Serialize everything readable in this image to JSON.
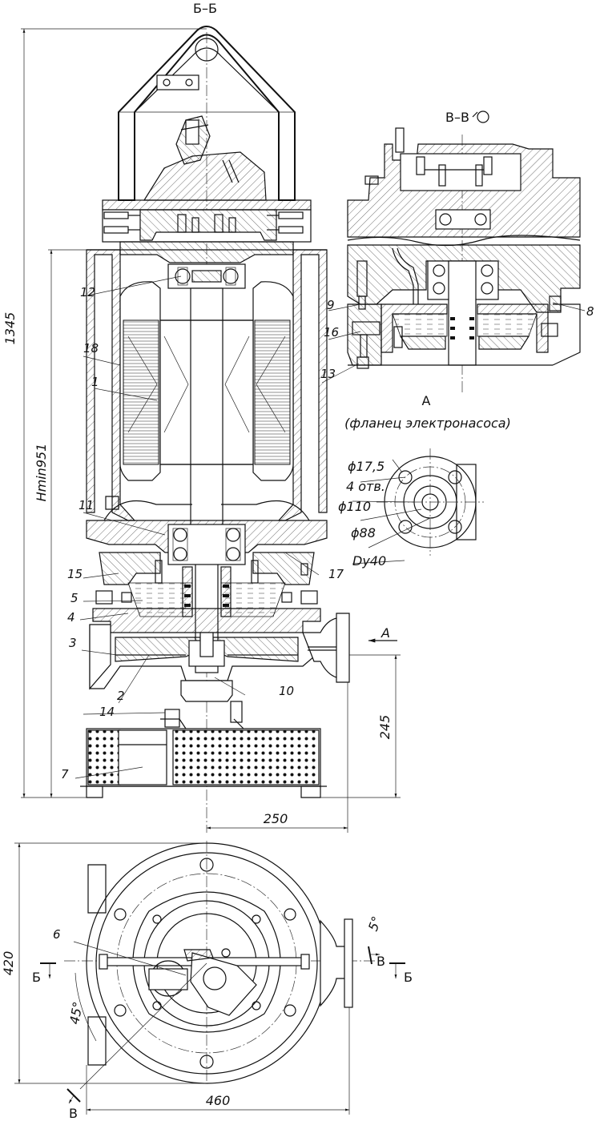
{
  "titles": {
    "section_bb": "Б–Б",
    "section_vv": "В–В",
    "view_a": "А",
    "view_a_caption": "(фланец электронасоса)"
  },
  "dimensions": {
    "overall_height": "1345",
    "h_min": "Hmin951",
    "inlet_height": "245",
    "outlet_offset": "250",
    "width_plan": "460",
    "depth_plan": "420",
    "angle_5": "5°",
    "angle_45": "45°"
  },
  "flange": {
    "hole_dia": "ϕ17,5",
    "holes": "4 отв.",
    "bolt_circle": "ϕ110",
    "bore": "ϕ88",
    "nominal": "Dy40"
  },
  "markers": {
    "arrow_a": "А",
    "section_b_left": "Б",
    "section_b_right": "Б",
    "section_v_right": "В",
    "section_v_bottom": "В"
  },
  "part_labels": [
    "1",
    "2",
    "3",
    "4",
    "5",
    "6",
    "7",
    "8",
    "9",
    "10",
    "11",
    "12",
    "13",
    "14",
    "15",
    "16",
    "17",
    "18"
  ]
}
